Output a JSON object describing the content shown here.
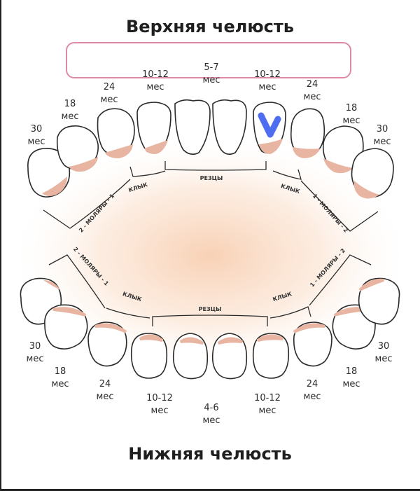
{
  "upper_jaw": {
    "title": "Верхняя челюсть",
    "ages": [
      "5-7",
      "10-12",
      "10-12",
      "24",
      "24",
      "18",
      "18",
      "30",
      "30"
    ],
    "unit": "мес",
    "groups": {
      "incisors": "РЕЗЦЫ",
      "canine": "КЛЫК",
      "molars_left": "2 - МОЛЯРЫ - 1",
      "molars_right": "1 - МОЛЯРЫ - 2"
    }
  },
  "lower_jaw": {
    "title": "Нижняя челюсть",
    "ages": [
      "4-6",
      "10-12",
      "10-12",
      "24",
      "24",
      "18",
      "18",
      "30",
      "30"
    ],
    "unit": "мес",
    "groups": {
      "incisors": "РЕЗЦЫ",
      "canine": "КЛЫК",
      "molars_left": "2 - МОЛЯРЫ - 1",
      "molars_right": "1 - МОЛЯРЫ - 2"
    }
  },
  "colors": {
    "gum": "#e8b5a2",
    "glow": "#f7c9a8",
    "outline": "#2a2a2a",
    "highlight_box": "#dd8aa6",
    "mark": "#4f6df0"
  },
  "annotation": {
    "mark_icon": "checkmark-icon"
  }
}
